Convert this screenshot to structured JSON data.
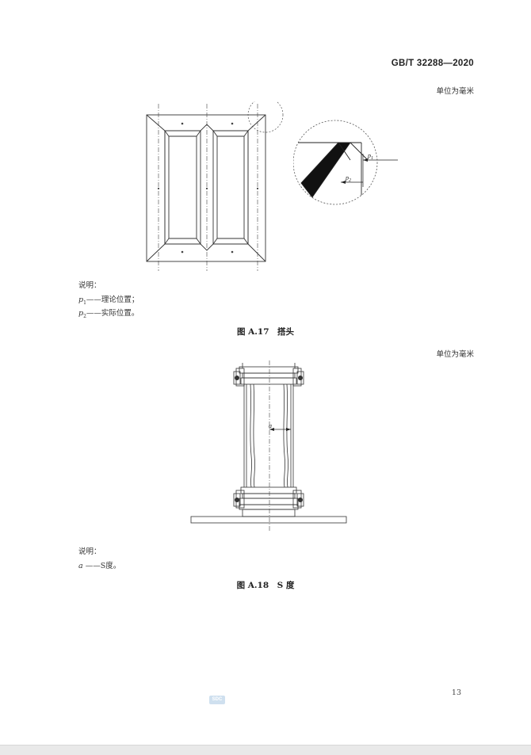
{
  "header": {
    "standard_number": "GB/T 32288—2020"
  },
  "figure_a17": {
    "unit_note": "单位为毫米",
    "legend_title": "说明：",
    "legend": [
      {
        "symbol": "p",
        "sub": "1",
        "text": "——理论位置；"
      },
      {
        "symbol": "p",
        "sub": "2",
        "text": "——实际位置。"
      }
    ],
    "detail_labels": {
      "p1": "p1",
      "p2": "p2"
    },
    "caption": "图 A.17　搭头"
  },
  "figure_a18": {
    "unit_note": "单位为毫米",
    "dimension_label": "a",
    "legend_title": "说明：",
    "legend": [
      {
        "symbol": "a",
        "text": " ——S度。"
      }
    ],
    "caption": "图 A.18　S 度"
  },
  "footer": {
    "page_number": "13",
    "logo_text": "SDC"
  }
}
